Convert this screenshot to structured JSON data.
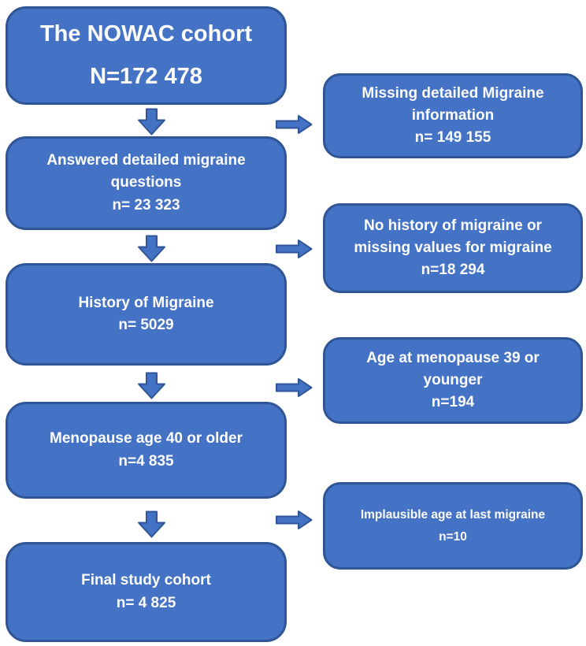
{
  "figure": {
    "type": "cohort-flow-diagram",
    "background_color": "#ffffff"
  },
  "colors": {
    "node_fill": "#4472C4",
    "node_border": "#2F5597",
    "node_text": "#ffffff",
    "arrow_fill": "#4472C4",
    "arrow_border": "#2F5597"
  },
  "flowchart": {
    "main_boxes": [
      {
        "name": "nowac-cohort",
        "text": "The NOWAC cohort\nN=172 478",
        "n": 172478
      },
      {
        "name": "answered-detailed-migraine-questions",
        "text": "Answered detailed migraine\nquestions\nn= 23 323",
        "n": 23323
      },
      {
        "name": "history-of-migraine",
        "text": "History of Migraine\nn= 5029",
        "n": 5029
      },
      {
        "name": "menopause-age-40-or-older",
        "text": "Menopause age 40 or older\nn=4 835",
        "n": 4835
      },
      {
        "name": "final-study-cohort",
        "text": "Final study cohort\nn= 4 825",
        "n": 4825
      }
    ],
    "exclusion_boxes": [
      {
        "name": "missing-detailed-migraine-information",
        "text": "Missing detailed Migraine\ninformation\nn= 149 155",
        "n": 149155
      },
      {
        "name": "no-history-of-migraine-or-missing-values",
        "text": "No history of migraine or\nmissing values for migraine\nn=18 294",
        "n": 18294
      },
      {
        "name": "age-at-menopause-39-or-younger",
        "text": "Age at menopause 39 or\nyounger\nn=194",
        "n": 194
      },
      {
        "name": "implausible-age-at-last-migraine",
        "text": "Implausible age at last migraine\nn=10",
        "n": 10
      }
    ]
  }
}
